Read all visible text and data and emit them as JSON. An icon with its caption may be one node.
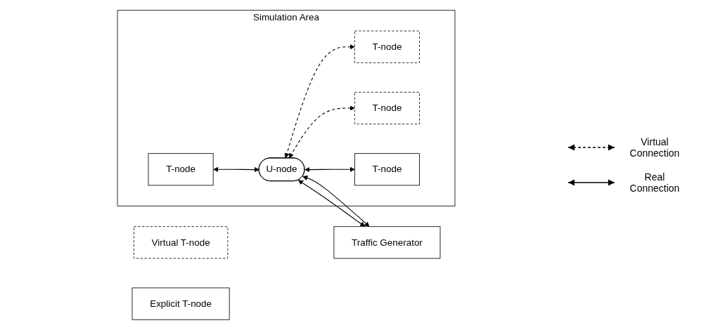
{
  "diagram": {
    "nodes": [
      {
        "text": [
          "Simulation Area"
        ]
      },
      {
        "text": [
          "T-node"
        ],
        "in": 0
      },
      {
        "text": [
          "T-node"
        ],
        "in": 0
      },
      {
        "text": [
          "U-node"
        ],
        "in": 0
      },
      {
        "text": [
          "T-node"
        ],
        "in": 0
      },
      {
        "text": [
          "T-node"
        ],
        "in": 0
      },
      {
        "text": [
          "Traffic Generator"
        ]
      },
      {
        "text": [
          "Virtual T-node"
        ]
      },
      {
        "text": [
          "Explicit T-node"
        ]
      }
    ],
    "edges": [
      {
        "from": 3,
        "to": 1,
        "arrow": "both",
        "style": "dashed"
      },
      {
        "from": 2,
        "to": 3,
        "arrow": "both"
      },
      {
        "from": 3,
        "to": 6,
        "arrow": "both"
      },
      {
        "from": 3,
        "to": 5,
        "arrow": "both"
      },
      {
        "from": 3,
        "to": 4,
        "arrow": "both",
        "style": "dashed"
      },
      {
        "from": 3,
        "to": 6,
        "arrow": "both"
      }
    ],
    "legend": [
      {
        "text": "Virtual Connection"
      },
      {
        "text": "Real Connection"
      }
    ]
  }
}
